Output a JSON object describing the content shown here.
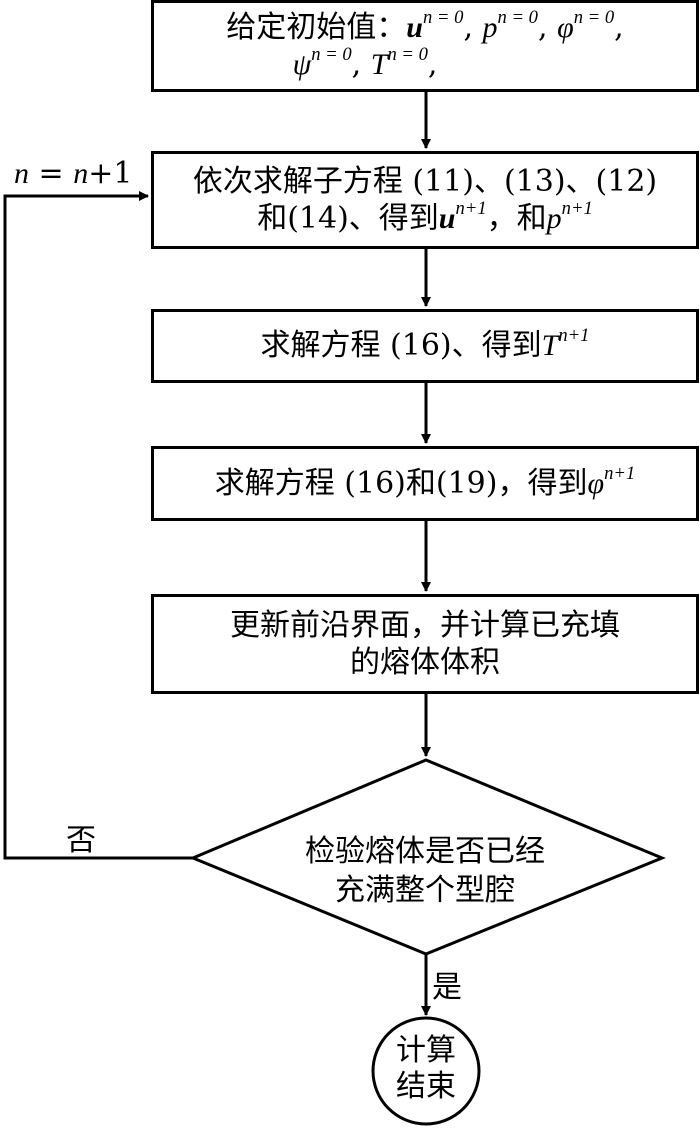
{
  "flowchart": {
    "init_box": {
      "prefix": "给定初始值：",
      "u": "u",
      "p": "p",
      "phi": "φ",
      "psi": "ψ",
      "T": "T",
      "sup_n0": "n = 0",
      "sep": ",",
      "sep_end": ","
    },
    "solve_box": {
      "line1": "依次求解子方程 (11)、(13)、(12)",
      "line2_prefix": "和(14)、得到",
      "u": "u",
      "sup": "n+1",
      "line2_mid": "，和",
      "p": "p"
    },
    "temp_box": {
      "prefix": "求解方程 (16)、得到",
      "T": "T",
      "sup": "n+1"
    },
    "phi_box": {
      "prefix": "求解方程 (16)和(19)，得到",
      "phi": "φ",
      "sup": "n+1"
    },
    "update_box": {
      "line1": "更新前沿界面，并计算已充填",
      "line2": "的熔体体积"
    },
    "decision": {
      "line1": "检验熔体是否已经",
      "line2": "充满整个型腔"
    },
    "end_node": {
      "line1": "计算",
      "line2": "结束"
    },
    "loop_label": {
      "n": "n",
      "eq": " = ",
      "n2": "n",
      "plus": "+1"
    },
    "no_label": "否",
    "yes_label": "是"
  }
}
